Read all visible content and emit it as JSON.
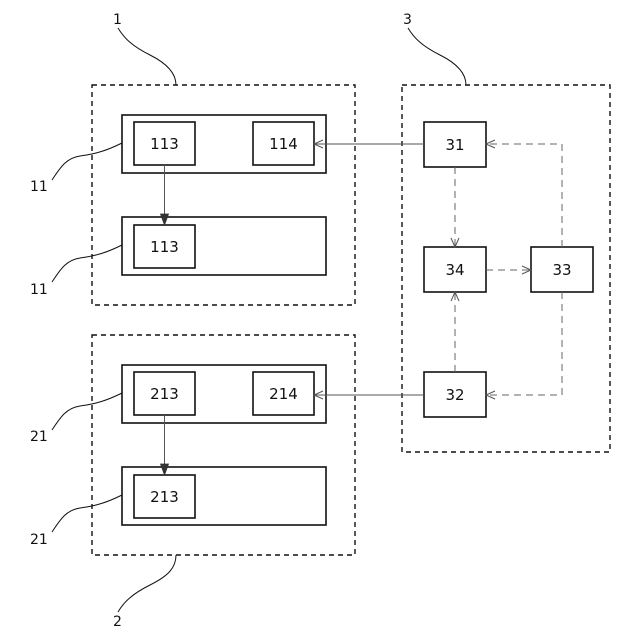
{
  "groups": {
    "g1": {
      "ref": "1",
      "outer_a": {
        "ref": "11",
        "left": "113",
        "right": "114"
      },
      "outer_b": {
        "ref": "11",
        "inner": "113"
      }
    },
    "g2": {
      "ref": "2",
      "outer_a": {
        "ref": "21",
        "left": "213",
        "right": "214"
      },
      "outer_b": {
        "ref": "21",
        "inner": "213"
      }
    },
    "g3": {
      "ref": "3",
      "box_31": "31",
      "box_32": "32",
      "box_33": "33",
      "box_34": "34"
    }
  }
}
